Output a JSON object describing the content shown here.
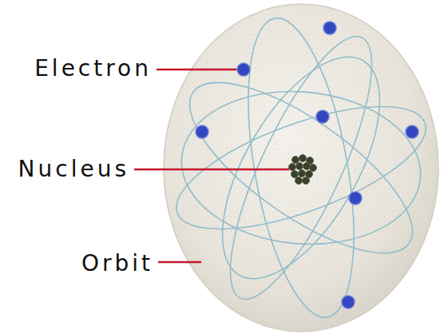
{
  "diagram": {
    "labels": [
      "Electron",
      "Nucleus",
      "Orbit"
    ]
  }
}
